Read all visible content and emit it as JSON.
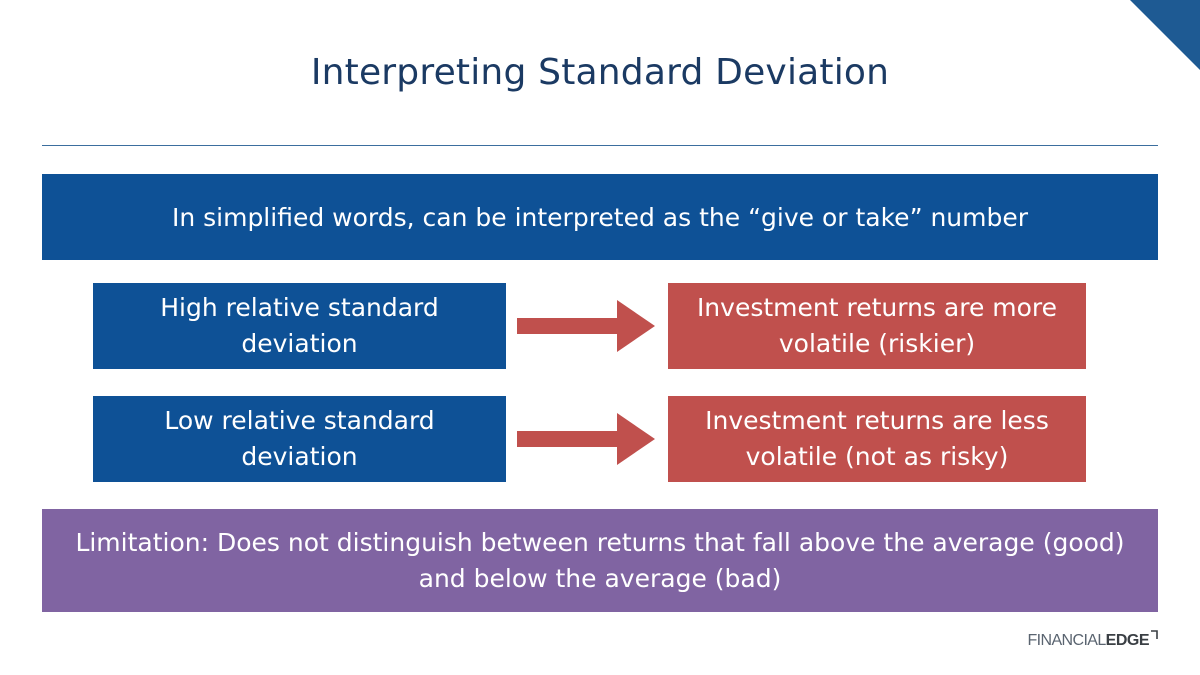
{
  "title": "Interpreting Standard Deviation",
  "banner": "In simplified words, can be interpreted as the “give or take” number",
  "rows": [
    {
      "cause": "High relative standard deviation",
      "effect": "Investment returns are more volatile (riskier)"
    },
    {
      "cause": "Low relative standard deviation",
      "effect": "Investment returns are less volatile (not as risky)"
    }
  ],
  "limitation": "Limitation: Does not distinguish between returns that fall above the average (good) and below the average (bad)",
  "logo": {
    "light": "FINANCIAL",
    "bold": "EDGE"
  },
  "colors": {
    "title": "#1b3a63",
    "blue_box": "#0e5196",
    "red_box": "#c0504d",
    "arrow": "#c0504d",
    "purple_box": "#8064a2",
    "corner": "#1e5a93",
    "divider": "#3b6e9e"
  }
}
